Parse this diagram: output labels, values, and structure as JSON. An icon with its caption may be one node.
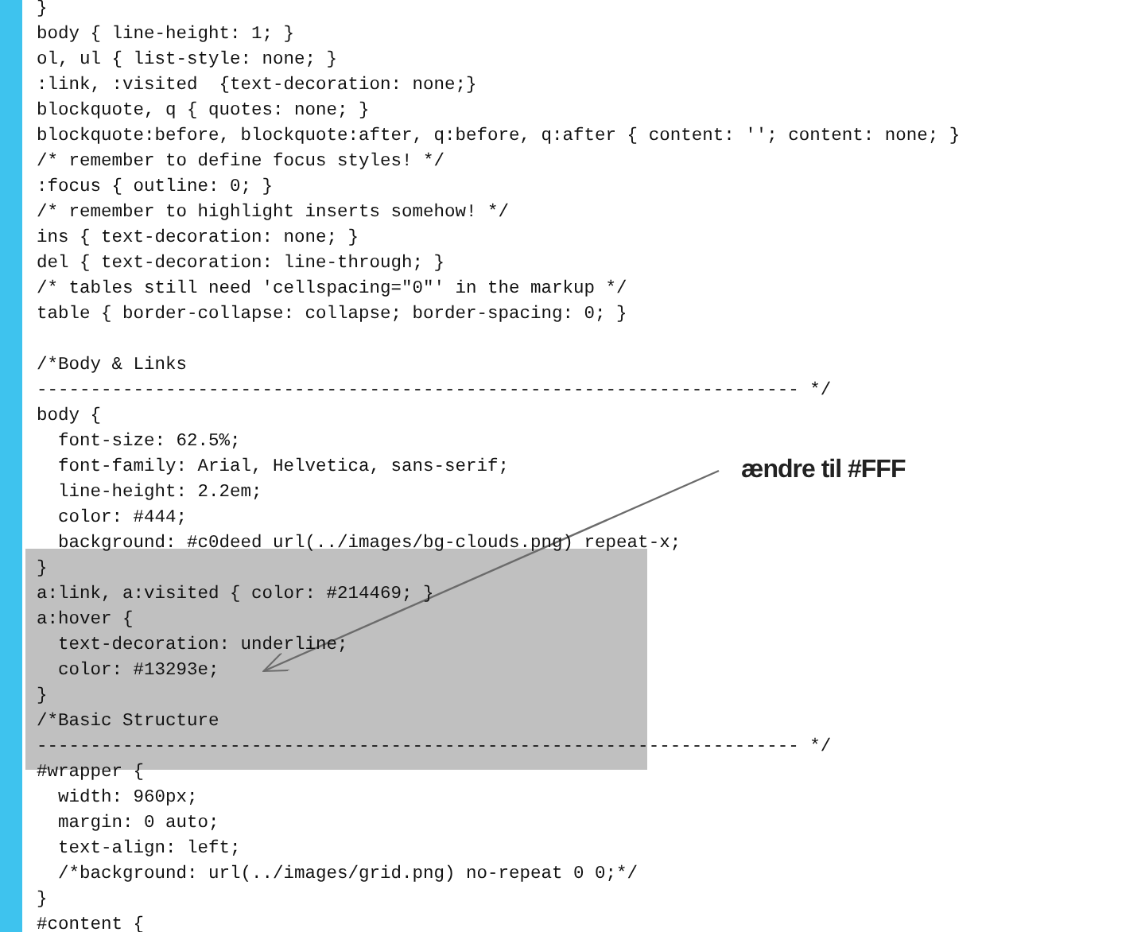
{
  "diagram": {
    "nodes": [
      {
        "text": [
          "ændre til #FFF"
        ]
      },
      {
        "text": [
          "  color: #13293e;"
        ]
      }
    ],
    "edges": [
      {
        "from": 0,
        "to": 1,
        "arrow": "to"
      }
    ],
    "labels": [
      "}",
      "body { line-height: 1; }",
      "ol, ul { list-style: none; }",
      ":link, :visited  {text-decoration: none;}",
      "blockquote, q { quotes: none; }",
      "blockquote:before, blockquote:after, q:before, q:after { content: ''; content: none; }",
      "/* remember to define focus styles! */",
      ":focus { outline: 0; }",
      "/* remember to highlight inserts somehow! */",
      "ins { text-decoration: none; }",
      "del { text-decoration: line-through; }",
      "/* tables still need 'cellspacing=\"0\"' in the markup */",
      "table { border-collapse: collapse; border-spacing: 0; }",
      "/*Body & Links",
      "----------------------------------------------------------------------- */",
      "body {",
      "  font-size: 62.5%;",
      "  font-family: Arial, Helvetica, sans-serif;",
      "  line-height: 2.2em;",
      "  color: #444;",
      "  background: #c0deed url(../images/bg-clouds.png) repeat-x;",
      "}",
      "a:link, a:visited { color: #214469; }",
      "a:hover {",
      "  text-decoration: underline;",
      "}",
      "/*Basic Structure",
      "----------------------------------------------------------------------- */",
      "#wrapper {",
      "  width: 960px;",
      "  margin: 0 auto;",
      "  text-align: left;",
      "  /*background: url(../images/grid.png) no-repeat 0 0;*/",
      "}",
      "#content {"
    ]
  }
}
